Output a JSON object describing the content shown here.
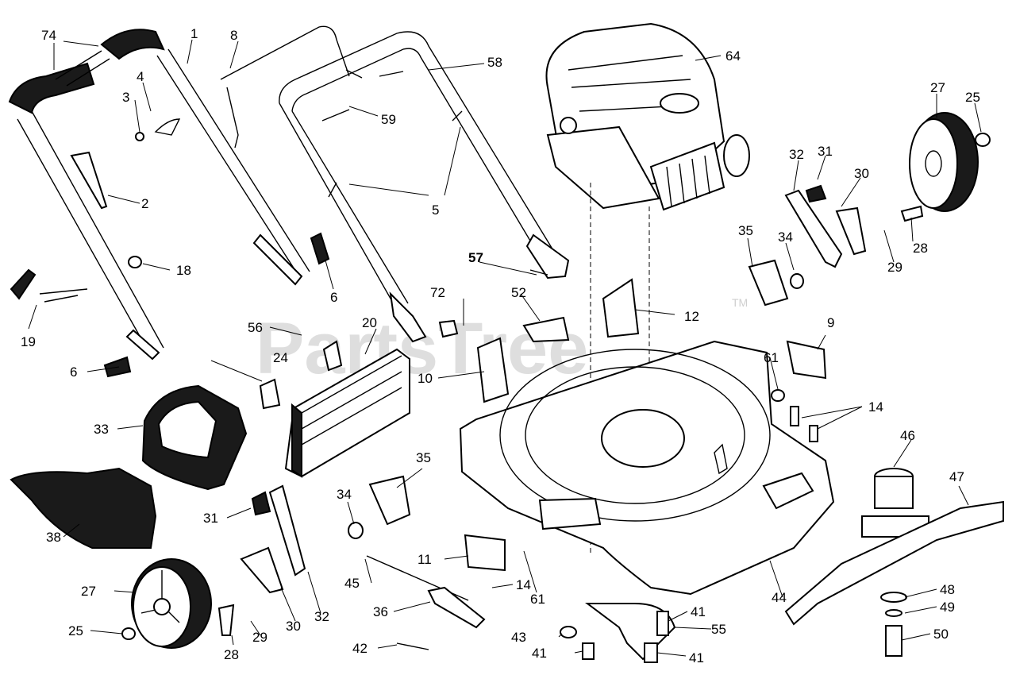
{
  "watermark": {
    "text": "PartsTree",
    "mark": "TM"
  },
  "callouts": [
    {
      "id": "c74a",
      "label": "74"
    },
    {
      "id": "c1",
      "label": "1"
    },
    {
      "id": "c8",
      "label": "8"
    },
    {
      "id": "c4",
      "label": "4"
    },
    {
      "id": "c3",
      "label": "3"
    },
    {
      "id": "c2",
      "label": "2"
    },
    {
      "id": "c18",
      "label": "18"
    },
    {
      "id": "c19",
      "label": "19"
    },
    {
      "id": "c6a",
      "label": "6"
    },
    {
      "id": "c6b",
      "label": "6"
    },
    {
      "id": "c58",
      "label": "58"
    },
    {
      "id": "c59",
      "label": "59"
    },
    {
      "id": "c5",
      "label": "5"
    },
    {
      "id": "c64",
      "label": "64"
    },
    {
      "id": "c27a",
      "label": "27"
    },
    {
      "id": "c25a",
      "label": "25"
    },
    {
      "id": "c32a",
      "label": "32"
    },
    {
      "id": "c31a",
      "label": "31"
    },
    {
      "id": "c30a",
      "label": "30"
    },
    {
      "id": "c28a",
      "label": "28"
    },
    {
      "id": "c29a",
      "label": "29"
    },
    {
      "id": "c35a",
      "label": "35"
    },
    {
      "id": "c34a",
      "label": "34"
    },
    {
      "id": "c12",
      "label": "12"
    },
    {
      "id": "c57",
      "label": "57",
      "bold": true
    },
    {
      "id": "c72",
      "label": "72"
    },
    {
      "id": "c52",
      "label": "52"
    },
    {
      "id": "c56",
      "label": "56"
    },
    {
      "id": "c20",
      "label": "20"
    },
    {
      "id": "c24",
      "label": "24"
    },
    {
      "id": "c10",
      "label": "10"
    },
    {
      "id": "c9",
      "label": "9"
    },
    {
      "id": "c61a",
      "label": "61"
    },
    {
      "id": "c14a",
      "label": "14"
    },
    {
      "id": "c33",
      "label": "33"
    },
    {
      "id": "c46",
      "label": "46"
    },
    {
      "id": "c47",
      "label": "47"
    },
    {
      "id": "c35b",
      "label": "35"
    },
    {
      "id": "c38",
      "label": "38"
    },
    {
      "id": "c31b",
      "label": "31"
    },
    {
      "id": "c34b",
      "label": "34"
    },
    {
      "id": "c11",
      "label": "11"
    },
    {
      "id": "c61b",
      "label": "61"
    },
    {
      "id": "c14b",
      "label": "14"
    },
    {
      "id": "c45",
      "label": "45"
    },
    {
      "id": "c27b",
      "label": "27"
    },
    {
      "id": "c30b",
      "label": "30"
    },
    {
      "id": "c32b",
      "label": "32"
    },
    {
      "id": "c36",
      "label": "36"
    },
    {
      "id": "c41a",
      "label": "41"
    },
    {
      "id": "c48",
      "label": "48"
    },
    {
      "id": "c44",
      "label": "44"
    },
    {
      "id": "c49",
      "label": "49"
    },
    {
      "id": "c25b",
      "label": "25"
    },
    {
      "id": "c28b",
      "label": "28"
    },
    {
      "id": "c29b",
      "label": "29"
    },
    {
      "id": "c43",
      "label": "43"
    },
    {
      "id": "c55",
      "label": "55"
    },
    {
      "id": "c50",
      "label": "50"
    },
    {
      "id": "c42",
      "label": "42"
    },
    {
      "id": "c41b",
      "label": "41"
    },
    {
      "id": "c41c",
      "label": "41"
    }
  ]
}
